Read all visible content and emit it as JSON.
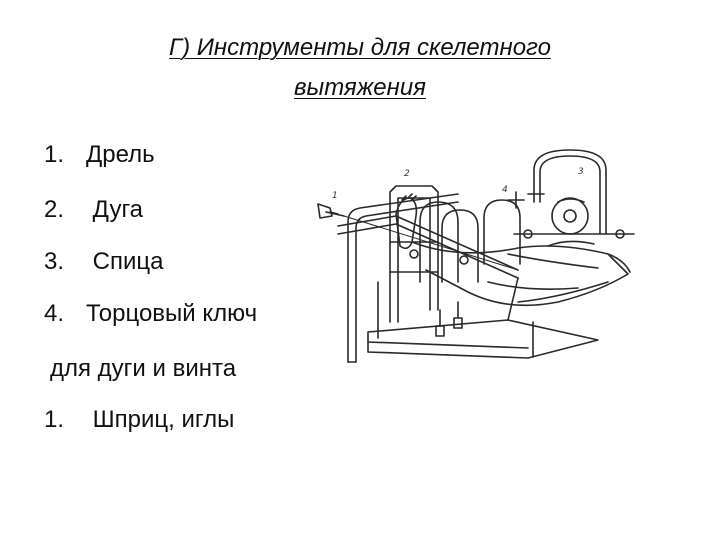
{
  "slide": {
    "title_line1": "Г) Инструменты для скелетного",
    "title_line2": "вытяжения",
    "items": [
      {
        "num": "1.",
        "text": "Дрель"
      },
      {
        "num": "2.",
        "text": " Дуга"
      },
      {
        "num": "3.",
        "text": " Спица"
      },
      {
        "num": "4.",
        "text": "Торцовый ключ"
      },
      {
        "num": "",
        "text": "для дуги и винта"
      },
      {
        "num": "1.",
        "text": " Шприц, иглы"
      }
    ],
    "figure_labels": [
      "1",
      "2",
      "3",
      "4"
    ]
  }
}
